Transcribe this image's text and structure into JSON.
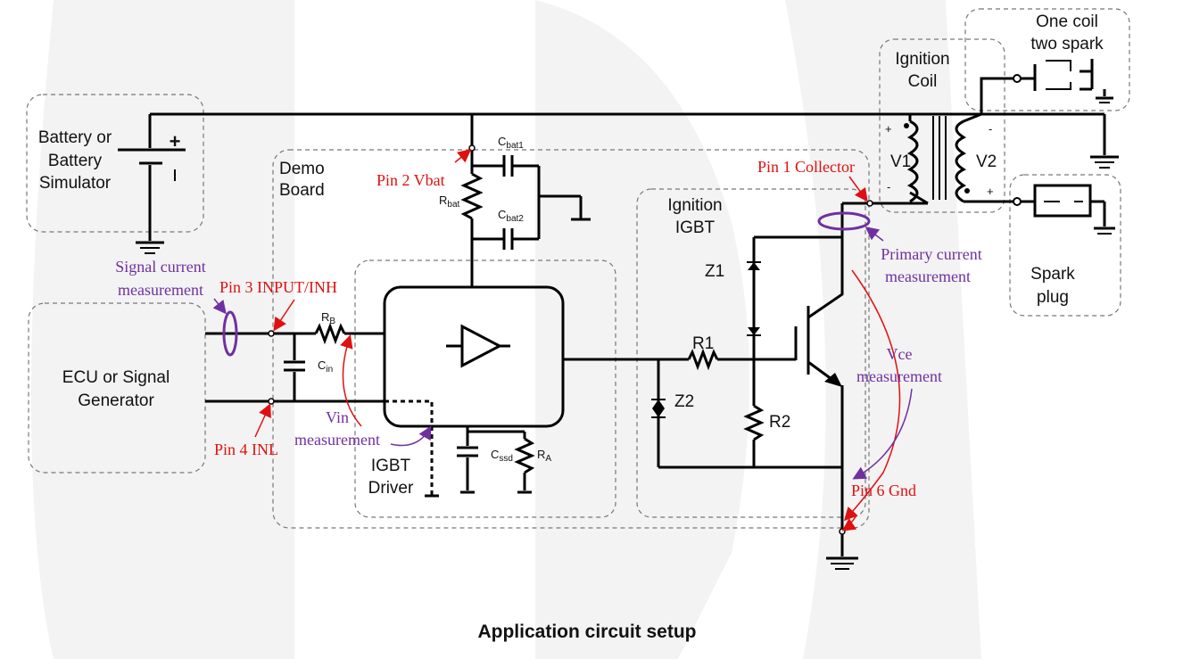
{
  "caption": "Application circuit setup",
  "blocks": {
    "battery": [
      "Battery or",
      "Battery",
      "Simulator"
    ],
    "battery_plus": "+",
    "ecu": [
      "ECU or Signal",
      "Generator"
    ],
    "demo_board": [
      "Demo",
      "Board"
    ],
    "igbt_driver": [
      "IGBT",
      "Driver"
    ],
    "ignition_igbt": [
      "Ignition",
      "IGBT"
    ],
    "ignition_coil": [
      "Ignition",
      "Coil"
    ],
    "one_coil": [
      "One coil",
      "two spark"
    ],
    "spark_plug": [
      "Spark",
      "plug"
    ]
  },
  "components": {
    "cbat1": {
      "main": "C",
      "sub": "bat1"
    },
    "cbat2": {
      "main": "C",
      "sub": "bat2"
    },
    "rbat": {
      "main": "R",
      "sub": "bat"
    },
    "rb": {
      "main": "R",
      "sub": "B"
    },
    "cin": {
      "main": "C",
      "sub": "in"
    },
    "cssd": {
      "main": "C",
      "sub": "ssd"
    },
    "ra": {
      "main": "R",
      "sub": "A"
    },
    "r1": "R1",
    "r2": "R2",
    "z1": "Z1",
    "z2": "Z2",
    "v1": "V1",
    "v2": "V2",
    "v1_plus": "+",
    "v1_minus": "-",
    "v2_plus": "+",
    "v2_minus": "-"
  },
  "pins": {
    "pin1": "Pin 1 Collector",
    "pin2": "Pin 2 Vbat",
    "pin3": "Pin 3 INPUT/INH",
    "pin4": "Pin 4 INL",
    "pin6": "Pin 6 Gnd"
  },
  "measurements": {
    "signal_current": [
      "Signal current",
      "measurement"
    ],
    "primary_current": [
      "Primary current",
      "measurement"
    ],
    "vin": [
      "Vin",
      "measurement"
    ],
    "vce": [
      "Vce",
      "measurement"
    ]
  },
  "colors": {
    "pin_label": "#e01010",
    "measurement_label": "#7030a0",
    "watermark": "#f2f2f2"
  }
}
